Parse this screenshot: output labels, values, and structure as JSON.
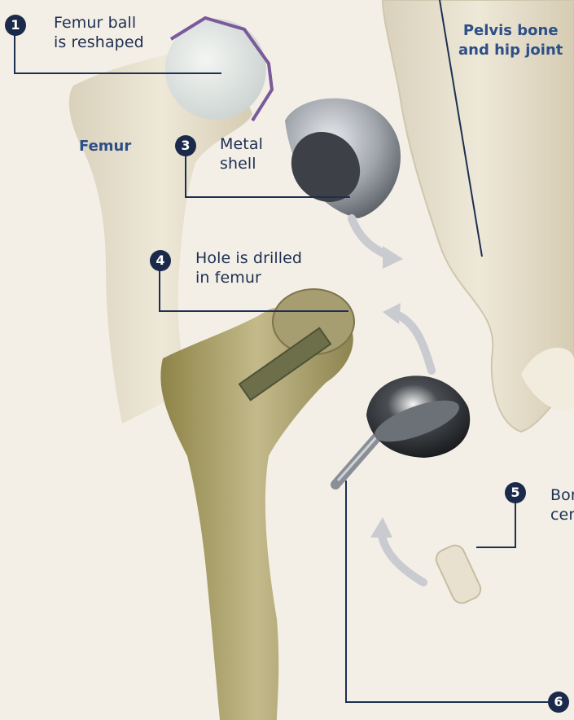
{
  "colors": {
    "background": "#f3efe6",
    "label_text": "#1d2f52",
    "bone_label": "#2d4f86",
    "badge": "#1b2a4a",
    "leader_line": "#1d2f52",
    "reshape_outline": "#7a5a9a",
    "bone": "#e8e1cf",
    "arrow": "#c9cbd0"
  },
  "steps": [
    {
      "number": "1",
      "lines": [
        "Femur ball",
        "is reshaped"
      ]
    },
    {
      "number": "3",
      "lines": [
        "Metal",
        "shell"
      ]
    },
    {
      "number": "4",
      "lines": [
        "Hole is drilled",
        "in femur"
      ]
    },
    {
      "number": "5",
      "lines": [
        "Bon",
        "cer"
      ]
    },
    {
      "number": "6",
      "lines": []
    }
  ],
  "bone_labels": {
    "femur": "Femur",
    "pelvis": [
      "Pelvis bone",
      "and hip joint"
    ]
  },
  "icons": {
    "arrows": "curved-arrow-icon",
    "badge": "number-badge-icon"
  }
}
